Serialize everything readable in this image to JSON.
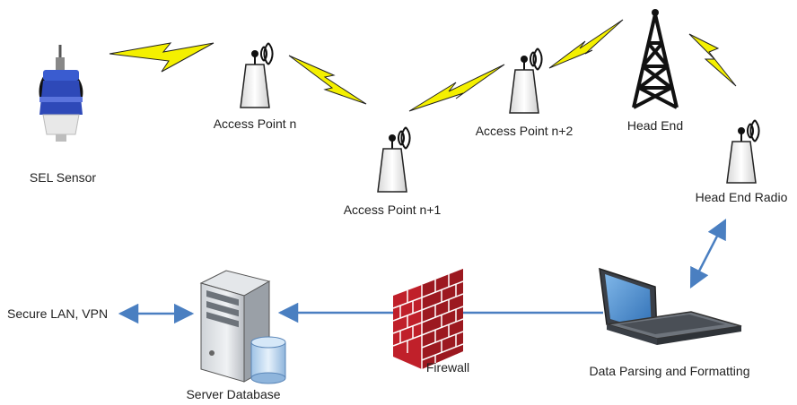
{
  "nodes": {
    "sel_sensor": "SEL Sensor",
    "ap_n": "Access Point n",
    "ap_n1": "Access Point n+1",
    "ap_n2": "Access Point n+2",
    "head_end": "Head End",
    "head_end_radio": "Head End Radio",
    "laptop": "Data Parsing and Formatting",
    "firewall": "Firewall",
    "server": "Server Database",
    "lan": "Secure LAN, VPN"
  },
  "colors": {
    "lightning": "#f4f000",
    "lightning_stroke": "#222222",
    "arrow": "#4a7fc1",
    "sensor_blue": "#2e49b8",
    "brick": "#c0202a",
    "tower": "#111111"
  },
  "icons": {
    "sensor": "sensor-icon",
    "access_point": "access-point-icon",
    "tower": "radio-tower-icon",
    "laptop": "laptop-icon",
    "firewall": "firewall-icon",
    "server": "server-icon",
    "database": "database-icon"
  }
}
